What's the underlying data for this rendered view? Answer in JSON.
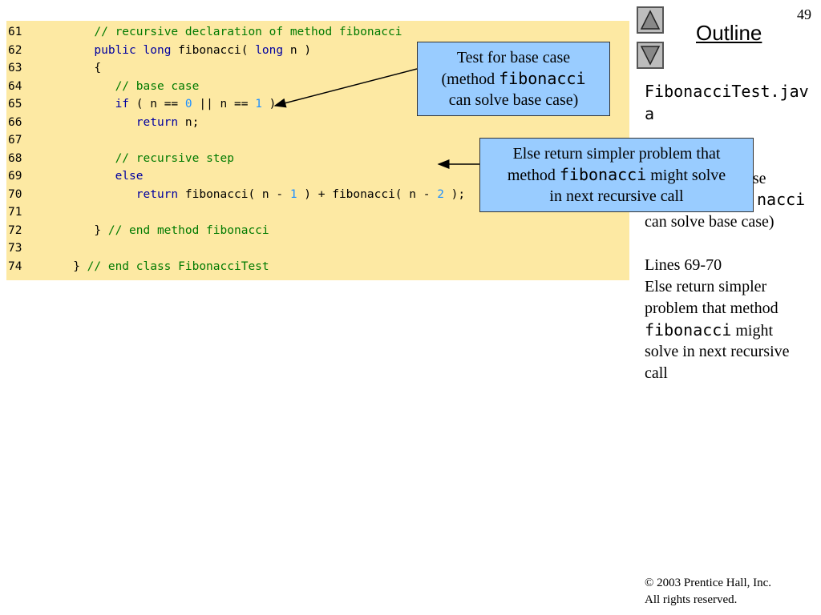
{
  "page_number": "49",
  "outline_title": "Outline",
  "nav": {
    "up_label": "Previous slide",
    "down_label": "Next slide"
  },
  "code_lines": [
    {
      "num": "61",
      "parts": [
        {
          "t": "      ",
          "c": "pl"
        },
        {
          "t": "// recursive declaration of method fibonacci",
          "c": "cm"
        }
      ]
    },
    {
      "num": "62",
      "parts": [
        {
          "t": "      ",
          "c": "pl"
        },
        {
          "t": "public",
          "c": "kw"
        },
        {
          "t": " ",
          "c": "pl"
        },
        {
          "t": "long",
          "c": "kw"
        },
        {
          "t": " fibonacci( ",
          "c": "pl"
        },
        {
          "t": "long",
          "c": "kw"
        },
        {
          "t": " n )",
          "c": "pl"
        }
      ]
    },
    {
      "num": "63",
      "parts": [
        {
          "t": "      {",
          "c": "pl"
        }
      ]
    },
    {
      "num": "64",
      "parts": [
        {
          "t": "         ",
          "c": "pl"
        },
        {
          "t": "// base case",
          "c": "cm"
        }
      ]
    },
    {
      "num": "65",
      "parts": [
        {
          "t": "         ",
          "c": "pl"
        },
        {
          "t": "if",
          "c": "kw"
        },
        {
          "t": " ( n == ",
          "c": "pl"
        },
        {
          "t": "0",
          "c": "num"
        },
        {
          "t": " || n == ",
          "c": "pl"
        },
        {
          "t": "1",
          "c": "num"
        },
        {
          "t": " )",
          "c": "pl"
        }
      ]
    },
    {
      "num": "66",
      "parts": [
        {
          "t": "            ",
          "c": "pl"
        },
        {
          "t": "return",
          "c": "kw"
        },
        {
          "t": " n;",
          "c": "pl"
        }
      ]
    },
    {
      "num": "67",
      "parts": []
    },
    {
      "num": "68",
      "parts": [
        {
          "t": "         ",
          "c": "pl"
        },
        {
          "t": "// recursive step",
          "c": "cm"
        }
      ]
    },
    {
      "num": "69",
      "parts": [
        {
          "t": "         ",
          "c": "pl"
        },
        {
          "t": "else",
          "c": "kw"
        }
      ]
    },
    {
      "num": "70",
      "parts": [
        {
          "t": "            ",
          "c": "pl"
        },
        {
          "t": "return",
          "c": "kw"
        },
        {
          "t": " fibonacci( n - ",
          "c": "pl"
        },
        {
          "t": "1",
          "c": "num"
        },
        {
          "t": " ) + fibonacci( n - ",
          "c": "pl"
        },
        {
          "t": "2",
          "c": "num"
        },
        {
          "t": " );",
          "c": "pl"
        }
      ]
    },
    {
      "num": "71",
      "parts": []
    },
    {
      "num": "72",
      "parts": [
        {
          "t": "      } ",
          "c": "pl"
        },
        {
          "t": "// end method fibonacci",
          "c": "cm"
        }
      ]
    },
    {
      "num": "73",
      "parts": []
    },
    {
      "num": "74",
      "parts": [
        {
          "t": "   } ",
          "c": "pl"
        },
        {
          "t": "// end class FibonacciTest",
          "c": "cm"
        }
      ]
    }
  ],
  "callout1": {
    "line1": "Test for base case",
    "line2_pre": "(method ",
    "line2_code": "fibonacci",
    "line3": "can solve base case)"
  },
  "callout2": {
    "line1": "Else return simpler problem that",
    "line2_pre": "method ",
    "line2_code": "fibonacci",
    "line2_post": " might solve",
    "line3": "in next recursive call"
  },
  "sidebar": {
    "file": "FibonacciTest.java",
    "hidden_line_a": "ase",
    "hidden_line_b_code": "nacci",
    "hidden_line_c": "can solve base case)",
    "lines_label": "Lines 69-70",
    "desc1": "Else return simpler",
    "desc2": "problem that method",
    "desc3_code": "fibonacci",
    "desc3_post": " might",
    "desc4": "solve in next recursive",
    "desc5": "call"
  },
  "footer": {
    "line1": "© 2003 Prentice Hall, Inc.",
    "line2": "All rights reserved."
  },
  "colors": {
    "code_bg": "#fde9a3",
    "callout_bg": "#99ccff",
    "keyword": "#0000a0",
    "comment": "#007a00",
    "number": "#1e90ff"
  }
}
